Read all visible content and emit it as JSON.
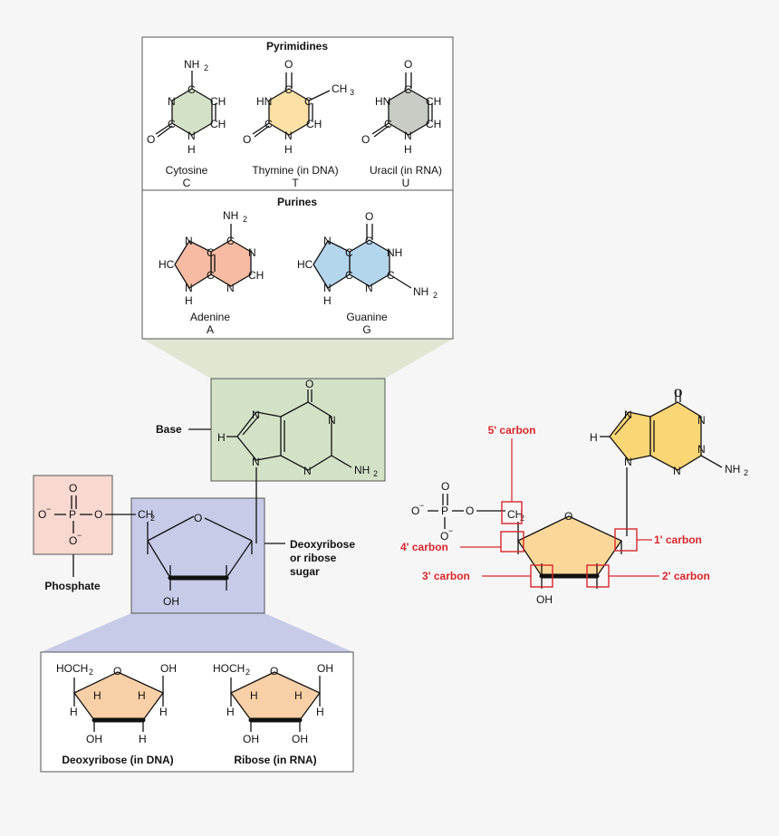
{
  "pyrimidines": {
    "title": "Pyrimidines",
    "items": [
      {
        "name": "Cytosine",
        "letter": "C",
        "color": "#d3e2c7"
      },
      {
        "name": "Thymine (in DNA)",
        "letter": "T",
        "color": "#fde0a6"
      },
      {
        "name": "Uracil (in RNA)",
        "letter": "U",
        "color": "#c8ccc4"
      }
    ]
  },
  "purines": {
    "title": "Purines",
    "items": [
      {
        "name": "Adenine",
        "letter": "A",
        "color": "#f6bba2"
      },
      {
        "name": "Guanine",
        "letter": "G",
        "color": "#b4d6ec"
      }
    ]
  },
  "nucleotide": {
    "base_label": "Base",
    "phosphate_label": "Phosphate",
    "sugar_label_1": "Deoxyribose",
    "sugar_label_2": "or ribose",
    "sugar_label_3": "sugar"
  },
  "sugars": {
    "deoxyribose_label": "Deoxyribose (in DNA)",
    "ribose_label": "Ribose (in RNA)"
  },
  "carbons": {
    "c5": "5' carbon",
    "c4": "4' carbon",
    "c3": "3' carbon",
    "c2": "2' carbon",
    "c1": "1' carbon"
  },
  "atoms": {
    "N": "N",
    "C": "C",
    "O": "O",
    "H": "H",
    "CH": "CH",
    "HC": "HC",
    "HN": "HN",
    "NH": "NH",
    "NH2": "NH",
    "CH3": "CH",
    "CH2": "CH",
    "OH": "OH",
    "HOCH2": "HOCH",
    "P": "P",
    "Ominus": "O",
    "sub2": "2",
    "sub3": "3",
    "minus": "−"
  },
  "colors": {
    "panel_border": "#555555",
    "base_box": "#d3e2c7",
    "sugar_box": "#c7cbe8",
    "phosphate_box": "#f8d8d0",
    "sugar_ring": "#fbd89a",
    "sugar_ring_small": "#f8cfa6",
    "guanine_ring": "#fbd675",
    "carbon_red": "#d8262c"
  }
}
